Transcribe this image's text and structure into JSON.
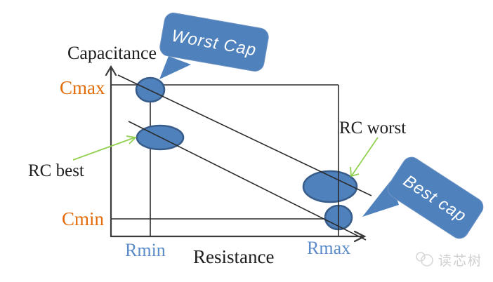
{
  "axes": {
    "y_axis_label": "Capacitance",
    "x_axis_label": "Resistance",
    "y_max_label": "Cmax",
    "y_min_label": "Cmin",
    "x_min_label": "Rmin",
    "x_max_label": "Rmax"
  },
  "callouts": {
    "worst_cap": "Worst Cap",
    "best_cap": "Best cap"
  },
  "annotations": {
    "rc_best": "RC best",
    "rc_worst": "RC worst"
  },
  "watermark": {
    "text": "读芯树"
  },
  "colors": {
    "shape_blue": "#4f81bd",
    "shape_border_blue": "#385d8a",
    "corner_label_orange": "#e36c09",
    "corner_label_blue": "#5b8bc9",
    "arrow_green": "#92d050",
    "line_black": "#2b2b2b",
    "watermark_gray": "#cfcfcf"
  }
}
